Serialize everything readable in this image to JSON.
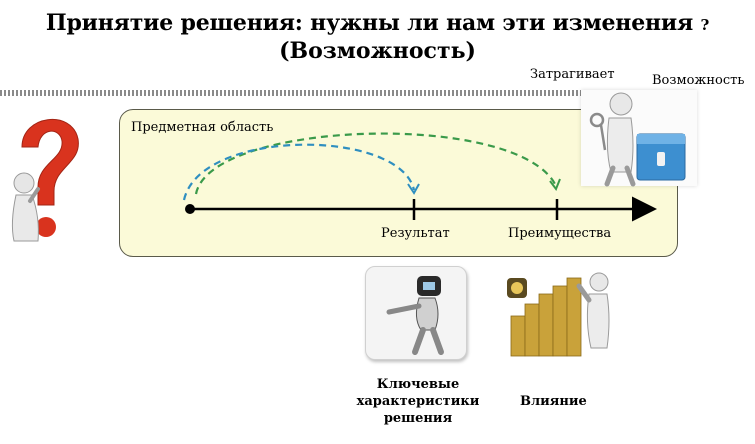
{
  "title": {
    "line1": "Принятие решения: нужны ли нам эти изменения",
    "line1_mark": "?",
    "line2": "(Возможность)"
  },
  "labels": {
    "domain": "Предметная область",
    "result": "Результат",
    "benefits": "Преимущества",
    "affects": "Затрагивает",
    "opportunity": "Возможность",
    "key_characteristics": [
      "Ключевые",
      "характеристики",
      "решения"
    ],
    "influence": "Влияние"
  },
  "icons": {
    "question": "question-person-icon",
    "key": "key-person-chest-icon",
    "robot": "robot-icon",
    "coins": "coins-person-icon"
  },
  "colors": {
    "domain_fill": "#fbfad8",
    "arrow_dashed": "#3a9a4a",
    "arrow_dashed_blue": "#2f8fc0",
    "question": "#d9331e",
    "chest": "#3d8fd0",
    "coins": "#c9a23a"
  }
}
